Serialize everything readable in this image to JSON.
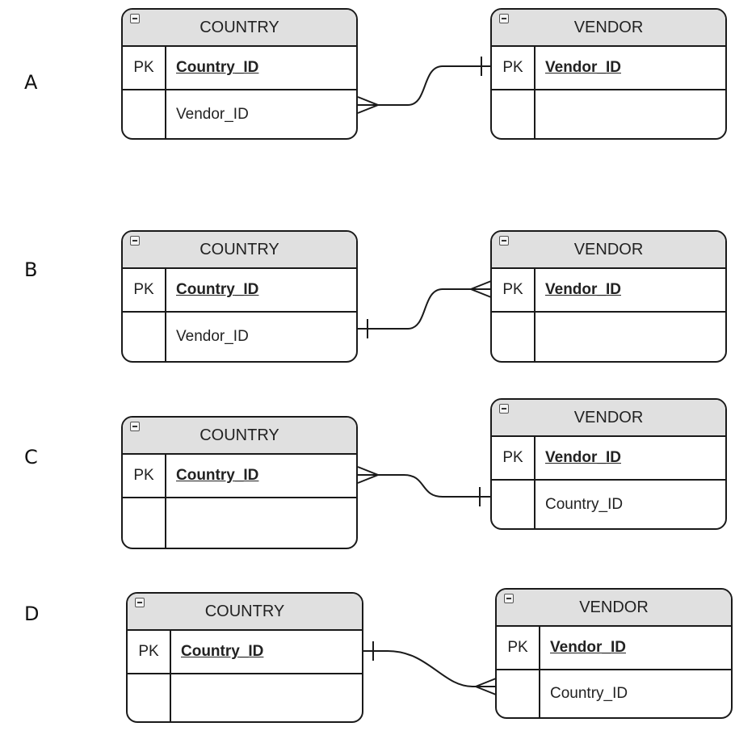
{
  "options": [
    {
      "letter": "A",
      "left": {
        "name": "COUNTRY",
        "key": "PK",
        "pk": "Country_ID",
        "attr": "Vendor_ID"
      },
      "right": {
        "name": "VENDOR",
        "key": "PK",
        "pk": "Vendor_ID",
        "attr": ""
      }
    },
    {
      "letter": "B",
      "left": {
        "name": "COUNTRY",
        "key": "PK",
        "pk": "Country_ID",
        "attr": "Vendor_ID"
      },
      "right": {
        "name": "VENDOR",
        "key": "PK",
        "pk": "Vendor_ID",
        "attr": ""
      }
    },
    {
      "letter": "C",
      "left": {
        "name": "COUNTRY",
        "key": "PK",
        "pk": "Country_ID",
        "attr": ""
      },
      "right": {
        "name": "VENDOR",
        "key": "PK",
        "pk": "Vendor_ID",
        "attr": "Country_ID"
      }
    },
    {
      "letter": "D",
      "left": {
        "name": "COUNTRY",
        "key": "PK",
        "pk": "Country_ID",
        "attr": ""
      },
      "right": {
        "name": "VENDOR",
        "key": "PK",
        "pk": "Vendor_ID",
        "attr": "Country_ID"
      }
    }
  ]
}
